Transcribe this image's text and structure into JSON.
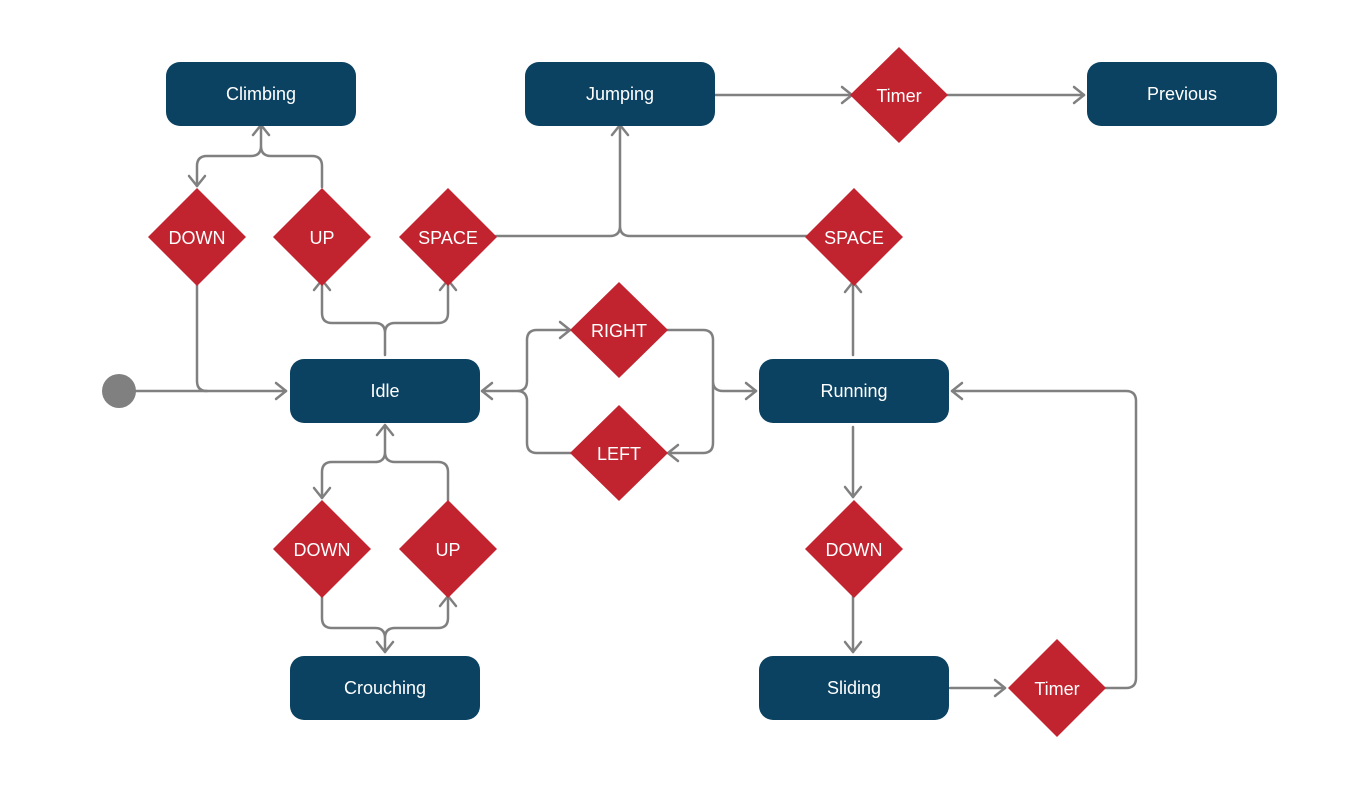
{
  "colors": {
    "state": "#0b4261",
    "condition": "#c1232f",
    "connector": "#808080",
    "start": "#808080",
    "text": "#ffffff"
  },
  "states": {
    "climbing": "Climbing",
    "jumping": "Jumping",
    "previous": "Previous",
    "idle": "Idle",
    "running": "Running",
    "crouching": "Crouching",
    "sliding": "Sliding"
  },
  "conditions": {
    "timer_top": "Timer",
    "down_left": "DOWN",
    "up_climb": "UP",
    "space_idle": "SPACE",
    "space_run": "SPACE",
    "right": "RIGHT",
    "left": "LEFT",
    "down_crouch": "DOWN",
    "up_crouch": "UP",
    "down_run": "DOWN",
    "timer_slide": "Timer"
  }
}
